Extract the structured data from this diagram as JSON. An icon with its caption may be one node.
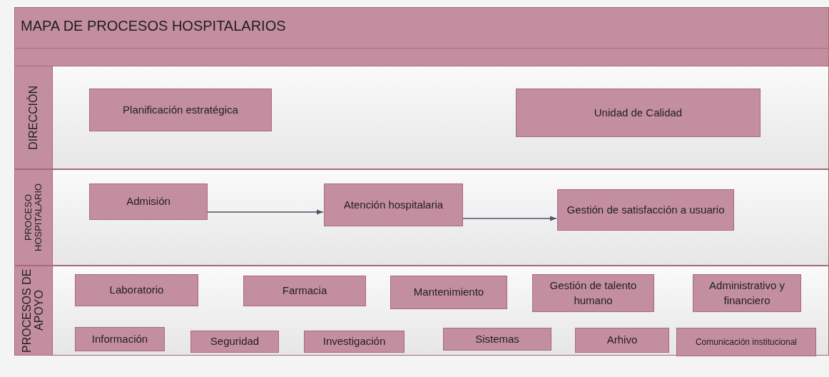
{
  "diagram": {
    "title": "MAPA DE PROCESOS HOSPITALARIOS",
    "nodes": [
      {
        "text": [
          "DIRECCIÓN"
        ]
      },
      {
        "text": [
          "Planificación estratégica"
        ],
        "in": 0
      },
      {
        "text": [
          "Unidad de Calidad"
        ],
        "in": 0
      },
      {
        "text": [
          "PROCESO HOSPITALARIO"
        ]
      },
      {
        "text": [
          "Admisión"
        ],
        "in": 3
      },
      {
        "text": [
          "Atención hospitalaria"
        ],
        "in": 3
      },
      {
        "text": [
          "Gestión de satisfacción a usuario"
        ],
        "in": 3
      },
      {
        "text": [
          "PROCESOS DE APOYO"
        ]
      },
      {
        "text": [
          "Laboratorio"
        ],
        "in": 7
      },
      {
        "text": [
          "Farmacia"
        ],
        "in": 7
      },
      {
        "text": [
          "Mantenimiento"
        ],
        "in": 7
      },
      {
        "text": [
          "Gestión de talento humano"
        ],
        "in": 7
      },
      {
        "text": [
          "Administrativo y financiero"
        ],
        "in": 7
      },
      {
        "text": [
          "Información"
        ],
        "in": 7
      },
      {
        "text": [
          "Seguridad"
        ],
        "in": 7
      },
      {
        "text": [
          "Investigación"
        ],
        "in": 7
      },
      {
        "text": [
          "Sistemas"
        ],
        "in": 7
      },
      {
        "text": [
          "Arhivo"
        ],
        "in": 7
      },
      {
        "text": [
          "Comunicación institucional"
        ],
        "in": 7
      }
    ],
    "edges": [
      {
        "from": 4,
        "to": 5,
        "arrow": "to"
      },
      {
        "from": 5,
        "to": 6,
        "arrow": "to"
      }
    ]
  }
}
